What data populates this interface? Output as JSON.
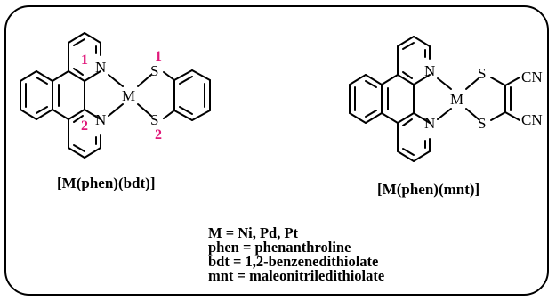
{
  "left_complex": {
    "caption": "[M(phen)(bdt)]",
    "atoms": {
      "n1": "N",
      "n2": "N",
      "metal": "M",
      "s1": "S",
      "s2": "S"
    },
    "numbers": {
      "n1": "1",
      "n2": "2",
      "s1": "1",
      "s2": "2"
    }
  },
  "right_complex": {
    "caption": "[M(phen)(mnt)]",
    "atoms": {
      "n1": "N",
      "n2": "N",
      "metal": "M",
      "s1": "S",
      "s2": "S",
      "cn1": "CN",
      "cn2": "CN"
    }
  },
  "legend": [
    "M = Ni, Pd, Pt",
    "phen = phenanthroline",
    "bdt = 1,2-benzenedithiolate",
    "mnt = maleonitriledithiolate"
  ]
}
